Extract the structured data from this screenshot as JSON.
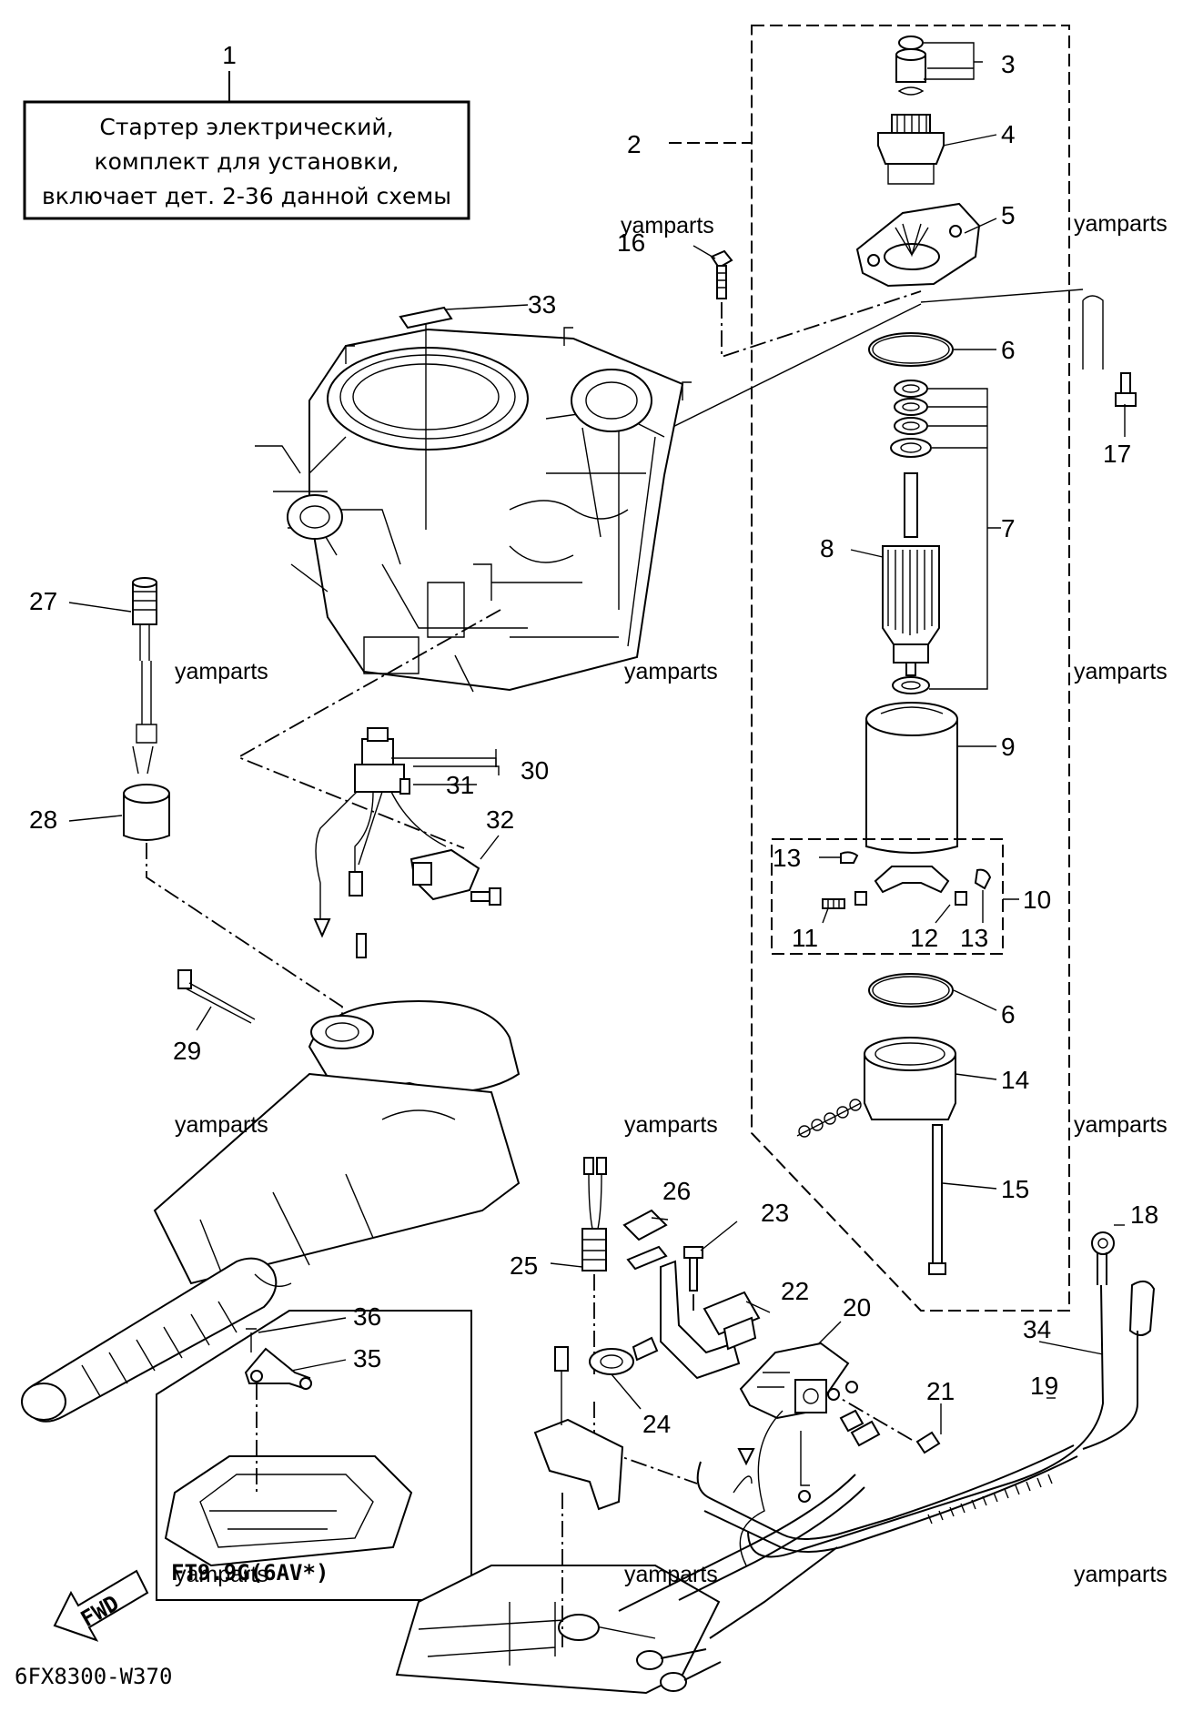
{
  "note": {
    "number": "1",
    "lines": [
      "Стартер электрический,",
      "комплект для установки,",
      "включает дет. 2-36 данной схемы"
    ]
  },
  "callouts": [
    "2",
    "3",
    "4",
    "5",
    "6",
    "6",
    "7",
    "8",
    "9",
    "10",
    "11",
    "12",
    "13",
    "13",
    "14",
    "15",
    "16",
    "17",
    "18",
    "19",
    "20",
    "21",
    "22",
    "23",
    "24",
    "25",
    "26",
    "27",
    "28",
    "29",
    "30",
    "31",
    "32",
    "33",
    "34",
    "35",
    "36"
  ],
  "watermark": "yamparts",
  "inset_label": "FT9.9G(6AV*)",
  "fwd_label": "FWD",
  "drawing_code": "6FX8300-W370"
}
